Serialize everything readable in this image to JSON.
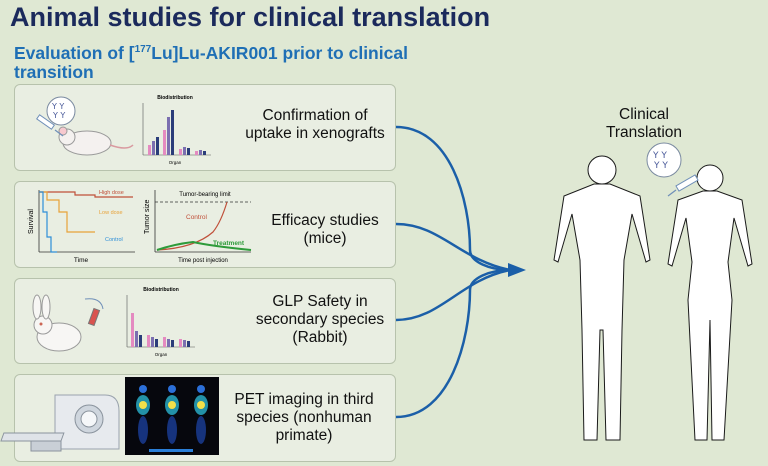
{
  "header": {
    "title": "Animal studies for clinical translation",
    "subtitle_pre": "Evaluation of [",
    "subtitle_sup": "177",
    "subtitle_post": "Lu]Lu-AKIR001 prior to clinical transition"
  },
  "panels": [
    {
      "lines": [
        "Confirmation of",
        "uptake in xenografts"
      ],
      "chart_title": "Biodistribution",
      "chart_xlabel": "Organ"
    },
    {
      "lines": [
        "Efficacy studies",
        "(mice)"
      ],
      "survival": {
        "ylabel": "Survival",
        "xlabel": "Time",
        "labels": [
          "High dose",
          "Low dose",
          "Control"
        ]
      },
      "tumor": {
        "ylabel": "Tumor size",
        "xlabel": "Time post injection",
        "limit_label": "Tumor-bearing limit",
        "control_label": "Control",
        "treatment_label": "Treatment"
      }
    },
    {
      "lines": [
        "GLP Safety in",
        "secondary species",
        "(Rabbit)"
      ],
      "chart_title": "Biodistribution",
      "chart_xlabel": "Organ"
    },
    {
      "lines": [
        "PET imaging in third",
        "species (nonhuman",
        "primate)"
      ]
    }
  ],
  "clinical": {
    "lines": [
      "Clinical",
      "Translation"
    ]
  },
  "colors": {
    "background": "#dfe8d3",
    "title": "#1b2a5c",
    "subtitle": "#1f6fb5",
    "arrow": "#1b5fa8",
    "bar_pink": "#e48ac0",
    "bar_purple": "#7b6fb0",
    "bar_navy": "#2b3d7a",
    "high_dose": "#c0503a",
    "low_dose": "#e8a33a",
    "control_line": "#2e8fd8",
    "treatment": "#2e9b3a"
  }
}
